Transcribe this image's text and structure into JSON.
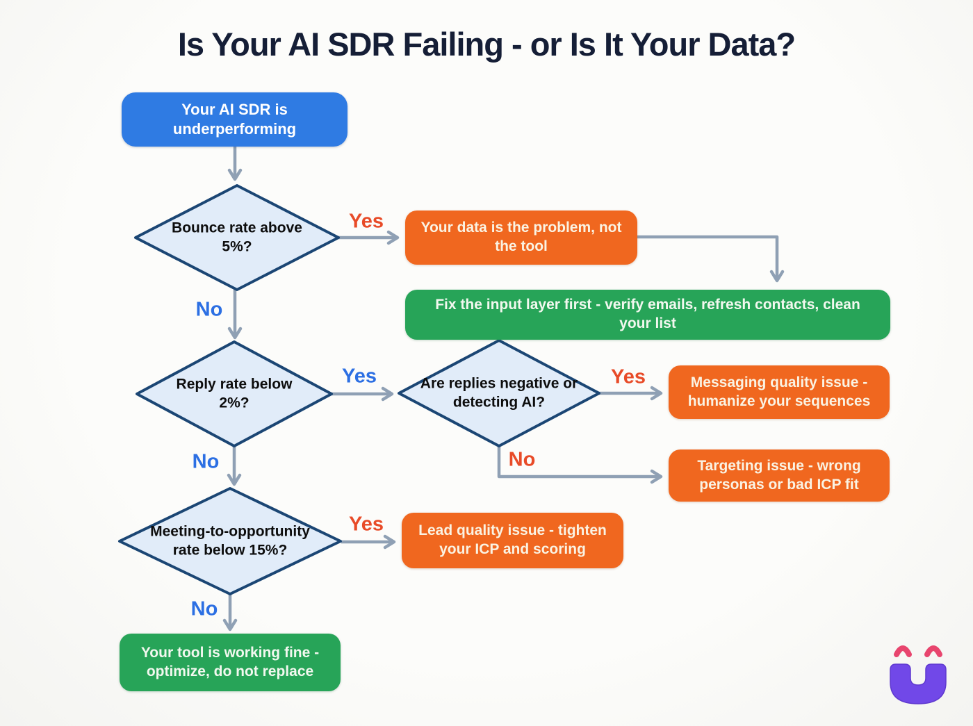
{
  "title": "Is Your AI SDR Failing - or Is It Your Data?",
  "flowchart": {
    "start": "Your AI SDR is underperforming",
    "decisions": {
      "bounce": "Bounce rate above 5%?",
      "reply": "Reply rate below 2%?",
      "negative": "Are replies negative or detecting AI?",
      "meeting": "Meeting-to-opportunity rate below 15%?"
    },
    "outcomes": {
      "data_problem": "Your data is the problem, not the tool",
      "fix_input": "Fix the input layer first - verify emails, refresh contacts, clean your list",
      "messaging": "Messaging quality issue - humanize your sequences",
      "targeting": "Targeting issue - wrong personas or bad ICP fit",
      "lead_quality": "Lead quality issue - tighten your ICP and scoring",
      "tool_fine": "Your tool is working fine - optimize, do not replace"
    },
    "labels": {
      "yes": "Yes",
      "no": "No"
    },
    "edges": [
      {
        "from": "start",
        "to": "bounce",
        "label": ""
      },
      {
        "from": "bounce",
        "to": "data_problem",
        "label": "Yes"
      },
      {
        "from": "data_problem",
        "to": "fix_input",
        "label": ""
      },
      {
        "from": "bounce",
        "to": "reply",
        "label": "No"
      },
      {
        "from": "reply",
        "to": "negative",
        "label": "Yes"
      },
      {
        "from": "negative",
        "to": "messaging",
        "label": "Yes"
      },
      {
        "from": "negative",
        "to": "targeting",
        "label": "No"
      },
      {
        "from": "reply",
        "to": "meeting",
        "label": "No"
      },
      {
        "from": "meeting",
        "to": "lead_quality",
        "label": "Yes"
      },
      {
        "from": "meeting",
        "to": "tool_fine",
        "label": "No"
      }
    ]
  },
  "colors": {
    "background": "#fcfcfa",
    "title_text": "#151e36",
    "start_box_blue": "#2f7be3",
    "outcome_orange": "#f0671f",
    "outcome_green": "#27a458",
    "diamond_fill": "#e1ecf9",
    "diamond_border": "#1b4674",
    "arrow_gray": "#8fa0b4",
    "label_orange": "#e84b28",
    "label_blue": "#2c6fe3",
    "logo_purple": "#7148e8",
    "logo_pink": "#e8456e"
  }
}
